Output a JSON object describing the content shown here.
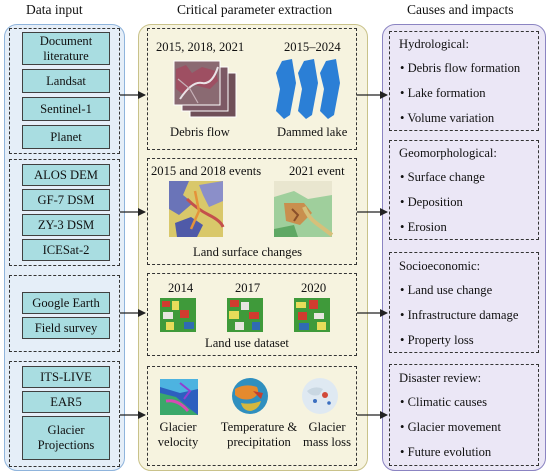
{
  "headers": {
    "data_input": "Data input",
    "critical": "Critical parameter extraction",
    "causes": "Causes and impacts"
  },
  "data_input": {
    "group1": [
      "Document literature",
      "Landsat",
      "Sentinel-1",
      "Planet"
    ],
    "group2": [
      "ALOS DEM",
      "GF-7 DSM",
      "ZY-3 DSM",
      "ICESat-2"
    ],
    "group3": [
      "Google Earth",
      "Field survey"
    ],
    "group4": [
      "ITS-LIVE",
      "EAR5",
      "Glacier Projections"
    ]
  },
  "extraction": {
    "panel1": {
      "debris_years": "2015, 2018, 2021",
      "lake_years": "2015–2024",
      "debris_label": "Debris flow",
      "lake_label": "Dammed lake"
    },
    "panel2": {
      "events_a": "2015 and 2018 events",
      "events_b": "2021 event",
      "caption": "Land surface changes"
    },
    "panel3": {
      "years": [
        "2014",
        "2017",
        "2020"
      ],
      "caption": "Land use dataset"
    },
    "panel4": {
      "velocity": "Glacier velocity",
      "temp_precip": "Temperature & precipitation",
      "mass_loss": "Glacier mass loss"
    }
  },
  "impacts": {
    "hydrological": {
      "title": "Hydrological:",
      "items": [
        "Debris flow formation",
        "Lake formation",
        "Volume variation"
      ]
    },
    "geomorphological": {
      "title": "Geomorphological:",
      "items": [
        "Surface change",
        "Deposition",
        "Erosion"
      ]
    },
    "socioeconomic": {
      "title": "Socioeconomic:",
      "items": [
        "Land use change",
        "Infrastructure damage",
        "Property loss"
      ]
    },
    "disaster": {
      "title": "Disaster review:",
      "items": [
        "Climatic causes",
        "Glacier movement",
        "Future evolution"
      ]
    }
  },
  "bullet_symbol": "•",
  "colors": {
    "input_panel": "#e5eef8",
    "input_border": "#8fb4dc",
    "box_fill": "#a9dde1",
    "middle_panel": "#f6f3df",
    "middle_border": "#c9c28a",
    "right_panel": "#ebe7f6",
    "right_border": "#8b84c2",
    "lake": "#2b7fd6"
  }
}
